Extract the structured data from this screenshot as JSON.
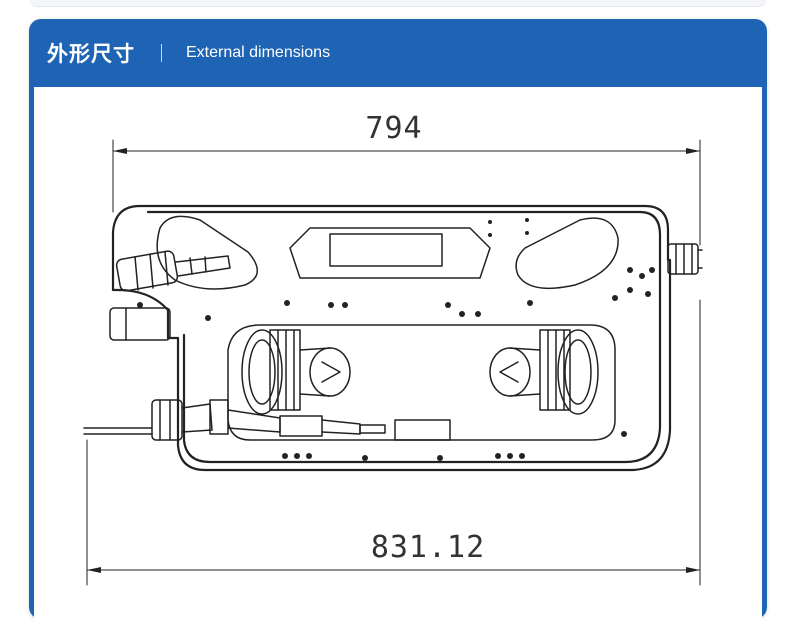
{
  "header": {
    "title_zh": "外形尺寸",
    "title_en": "External dimensions"
  },
  "drawing": {
    "top_dimension": "794",
    "bottom_dimension": "831.12"
  },
  "colors": {
    "header_bg": "#1f64b4",
    "line": "#222222"
  }
}
